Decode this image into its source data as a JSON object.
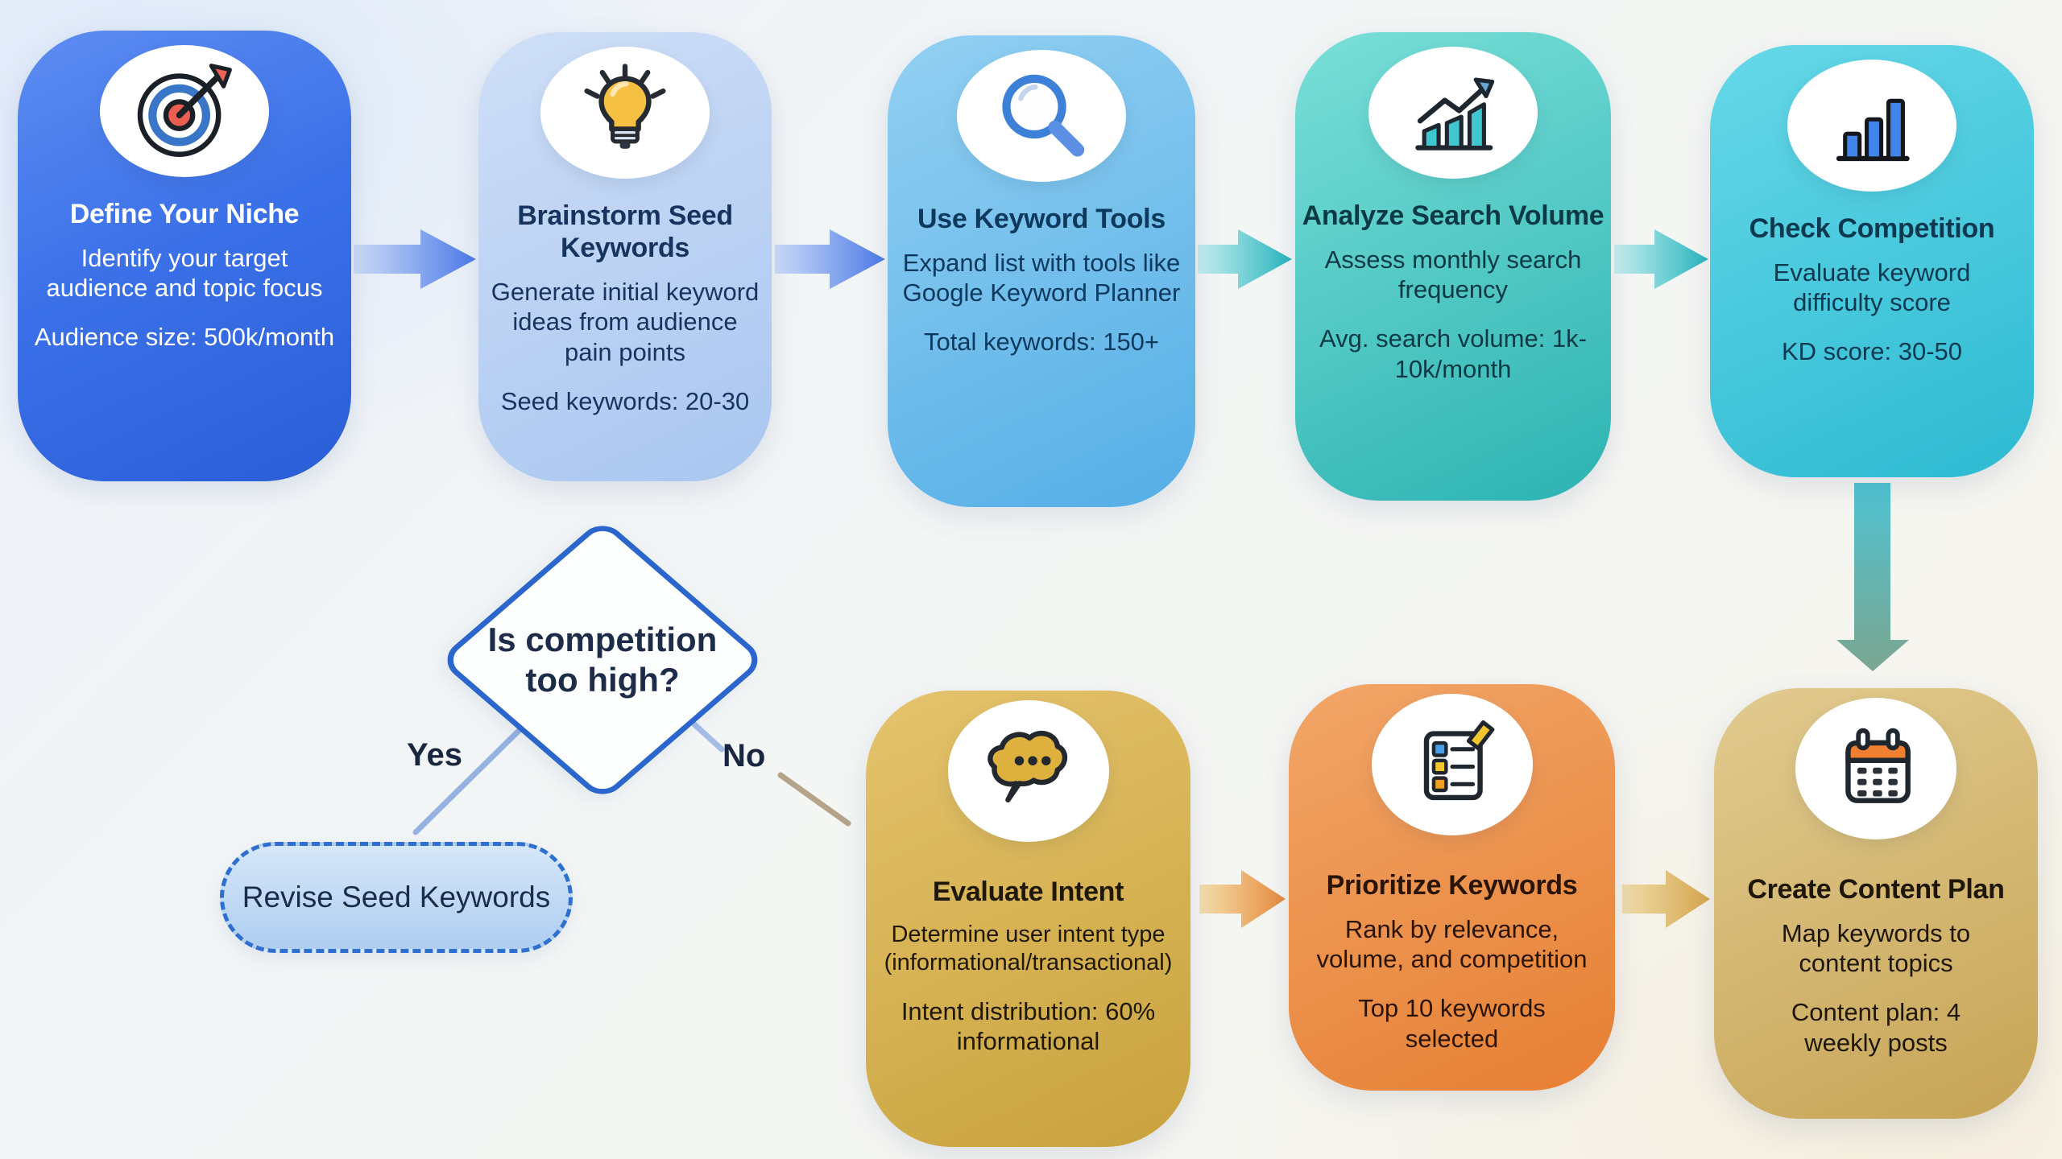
{
  "steps": [
    {
      "title": "Define Your Niche",
      "description": "Identify your target audience and topic focus",
      "metric": "Audience size: 500k/month",
      "icon": "target-icon",
      "accent": "#3a6ee4"
    },
    {
      "title": "Brainstorm Seed Keywords",
      "description": "Generate initial keyword ideas from audience pain points",
      "metric": "Seed keywords: 20-30",
      "icon": "lightbulb-icon",
      "accent": "#aecbf2"
    },
    {
      "title": "Use Keyword Tools",
      "description": "Expand list with tools like Google Keyword Planner",
      "metric": "Total keywords: 150+",
      "icon": "magnifier-icon",
      "accent": "#66b9e8"
    },
    {
      "title": "Analyze Search Volume",
      "description": "Assess monthly search frequency",
      "metric": "Avg. search volume: 1k-10k/month",
      "icon": "growth-chart-icon",
      "accent": "#3fbdb9"
    },
    {
      "title": "Check Competition",
      "description": "Evaluate keyword difficulty score",
      "metric": "KD score: 30-50",
      "icon": "bar-chart-icon",
      "accent": "#3cc2d8"
    },
    {
      "title": "Evaluate Intent",
      "description": "Determine user intent type (informational/transactional)",
      "metric": "Intent distribution: 60% informational",
      "icon": "speech-bubble-icon",
      "accent": "#d4ac4d"
    },
    {
      "title": "Prioritize Keywords",
      "description": "Rank by relevance, volume, and competition",
      "metric": "Top 10 keywords selected",
      "icon": "checklist-icon",
      "accent": "#ec8c40"
    },
    {
      "title": "Create Content Plan",
      "description": "Map keywords to content topics",
      "metric": "Content plan: 4 weekly posts",
      "icon": "calendar-icon",
      "accent": "#cfa95e"
    }
  ],
  "decision": {
    "question": "Is competition too high?",
    "yes_label": "Yes",
    "no_label": "No"
  },
  "fallback": {
    "label": "Revise Seed Keywords"
  }
}
